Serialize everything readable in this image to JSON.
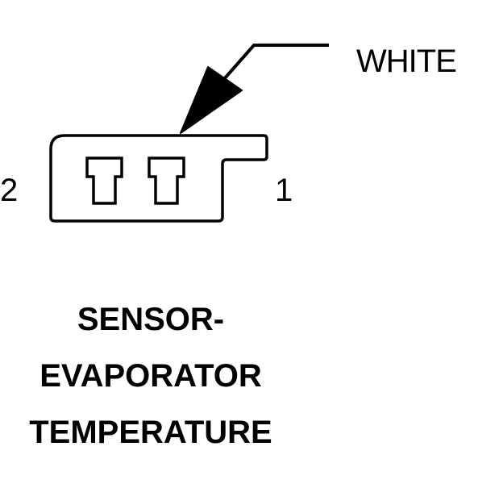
{
  "diagram": {
    "wire_color_label": "WHITE",
    "pin_labels": {
      "left": "2",
      "right": "1"
    },
    "caption_lines": [
      "SENSOR-",
      "EVAPORATOR",
      "TEMPERATURE"
    ]
  }
}
